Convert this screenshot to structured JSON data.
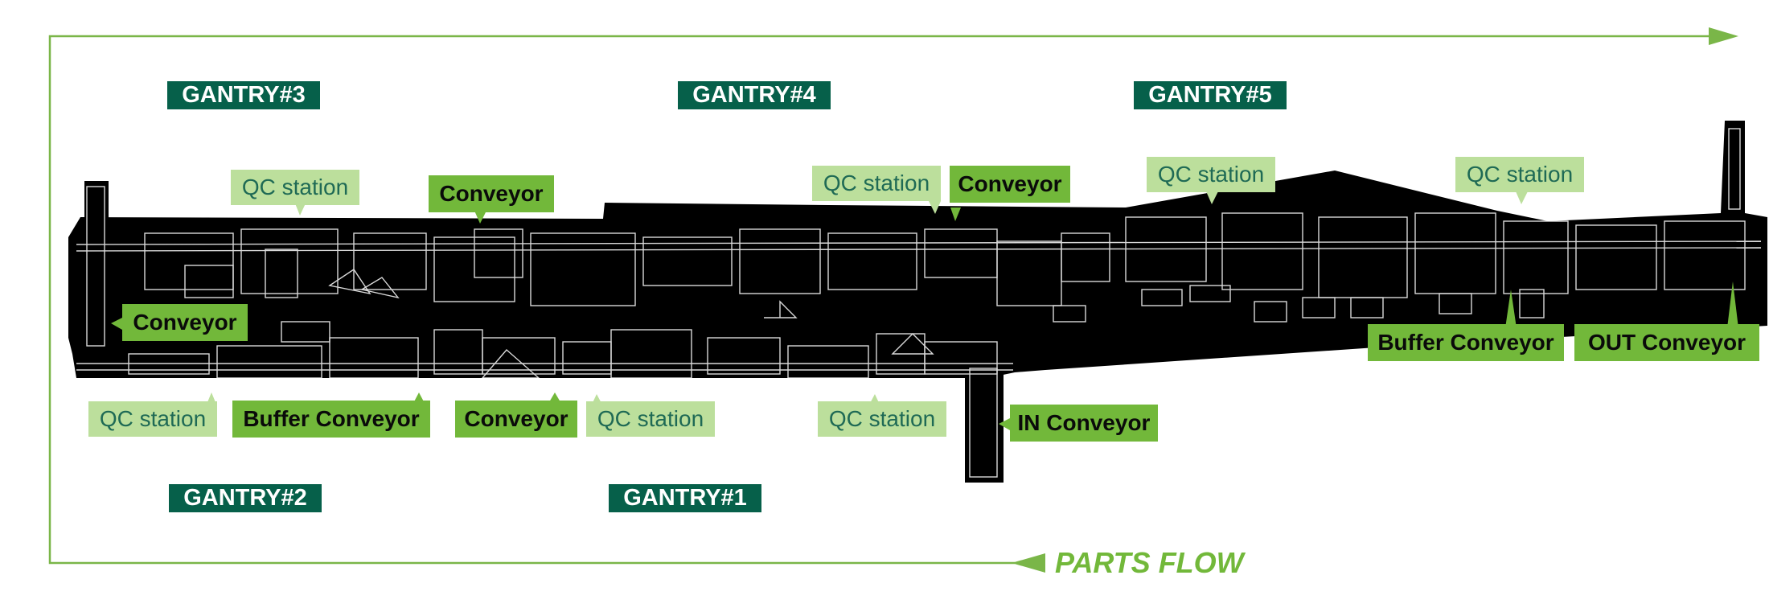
{
  "colors": {
    "flow_line": "#7ab648",
    "gantry_label_bg": "#06604a",
    "conveyor_label_bg": "#72b83a",
    "qc_label_bg": "#bcdf9c",
    "machine_body": "#000000",
    "drawing_lines": "#ffffff"
  },
  "gantries": {
    "g3": "GANTRY#3",
    "g4": "GANTRY#4",
    "g5": "GANTRY#5",
    "g2": "GANTRY#2",
    "g1": "GANTRY#1"
  },
  "conveyors": {
    "top_left": "Conveyor",
    "top_mid": "Conveyor",
    "mid_left": "Conveyor",
    "bottom_mid": "Conveyor",
    "buffer_bottom": "Buffer Conveyor",
    "buffer_right": "Buffer Conveyor",
    "out": "OUT Conveyor",
    "in": "IN Conveyor"
  },
  "qc_stations": {
    "top_1": "QC station",
    "top_2": "QC station",
    "top_3": "QC station",
    "top_4": "QC station",
    "bottom_1": "QC station",
    "bottom_2": "QC station",
    "bottom_3": "QC station"
  },
  "flow_label": "PARTS FLOW",
  "icons": {
    "flow_arrow_right": "triangle-right-icon",
    "flow_arrow_left": "triangle-left-icon"
  }
}
